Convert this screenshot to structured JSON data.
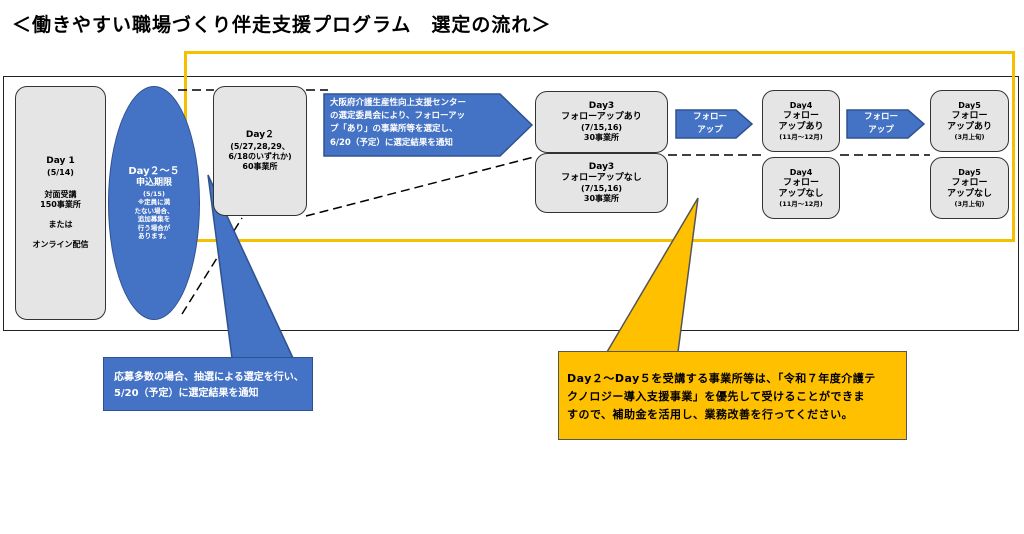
{
  "title": "＜働きやすい職場づくり伴走支援プログラム　選定の流れ＞",
  "day1": {
    "label": "Day 1",
    "date": "(5/14)",
    "line1": "対面受講",
    "line2": "150事業所",
    "line3": "または",
    "line4": "オンライン配信"
  },
  "application": {
    "line1": "Day２～５",
    "line2": "申込期限",
    "date": "(5/15)",
    "note1": "※定員に満",
    "note2": "たない場合、",
    "note3": "追加募集を",
    "note4": "行う場合が",
    "note5": "あります。"
  },
  "day2": {
    "label": "Day２",
    "dates1": "(5/27,28,29、",
    "dates2": "6/18のいずれか)",
    "count": "60事業所"
  },
  "selection_arrow": {
    "line1": "大阪府介護生産性向上支援センター",
    "line2": "の選定委員会により、フォローアッ",
    "line3": "プ「あり」の事業所等を選定し、",
    "line4": "6/20（予定）に選定結果を通知"
  },
  "day3_yes": {
    "label": "Day3",
    "line2": "フォローアップあり",
    "dates": "(7/15,16)",
    "count": "30事業所"
  },
  "day3_no": {
    "label": "Day3",
    "line2": "フォローアップなし",
    "dates": "(7/15,16)",
    "count": "30事業所"
  },
  "followup_arrow1": {
    "line1": "フォロー",
    "line2": "アップ"
  },
  "followup_arrow2": {
    "line1": "フォロー",
    "line2": "アップ"
  },
  "day4_yes": {
    "label": "Day4",
    "line2": "フォロー",
    "line3": "アップあり",
    "dates": "(11月～12月)"
  },
  "day4_no": {
    "label": "Day4",
    "line2": "フォロー",
    "line3": "アップなし",
    "dates": "(11月～12月)"
  },
  "day5_yes": {
    "label": "Day5",
    "line2": "フォロー",
    "line3": "アップあり",
    "dates": "(3月上旬)"
  },
  "day5_no": {
    "label": "Day5",
    "line2": "フォロー",
    "line3": "アップなし",
    "dates": "(3月上旬)"
  },
  "lottery_note": {
    "line1": "応募多数の場合、抽選による選定を行い、",
    "line2": "5/20（予定）に選定結果を通知"
  },
  "subsidy_note": {
    "line1": "Day２～Day５を受講する事業所等は、「令和７年度介護テ",
    "line2": "クノロジー導入支援事業」を優先して受けることができま",
    "line3": "すので、補助金を活用し、業務改善を行ってください。"
  },
  "colors": {
    "blue": "#4472c4",
    "yellow": "#ffc000",
    "yellow_frame": "#f5c000",
    "gray_box": "#e5e5e5"
  }
}
